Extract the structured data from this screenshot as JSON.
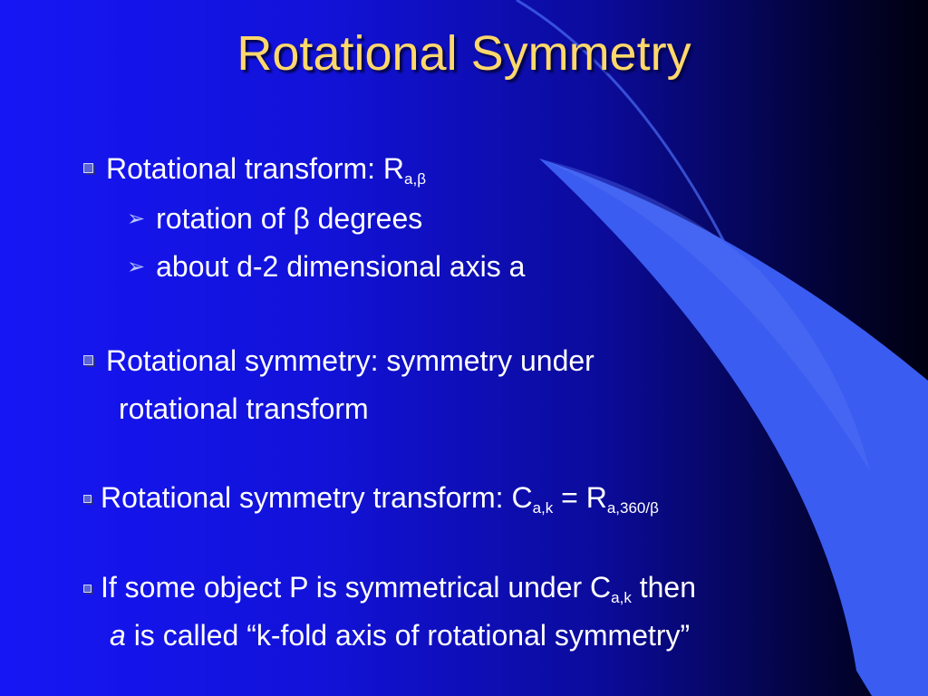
{
  "title": "Rotational Symmetry",
  "bullets": {
    "b1": {
      "label": "Rotational transform: R",
      "sub": "a,β"
    },
    "b1_items": [
      "rotation of β degrees",
      "about d-2 dimensional axis a"
    ],
    "b2": {
      "line1": "Rotational symmetry: symmetry under",
      "line2": "rotational transform"
    },
    "b3": {
      "text": "Rotational symmetry transform: C",
      "sub1": "a,k",
      "eq": " = R",
      "sub2": "a,360/β"
    },
    "b4": {
      "text": "If some object P is symmetrical under C",
      "sub": "a,k",
      "tail": " then",
      "line2_italic": "a",
      "line2_rest": " is called “k-fold axis of rotational symmetry”"
    }
  },
  "colors": {
    "title": "#ffd86b",
    "background": "#1414e6",
    "swoosh": "#3a5cf0"
  },
  "icons": [
    "square-bullet-icon",
    "arrow-bullet-icon"
  ]
}
